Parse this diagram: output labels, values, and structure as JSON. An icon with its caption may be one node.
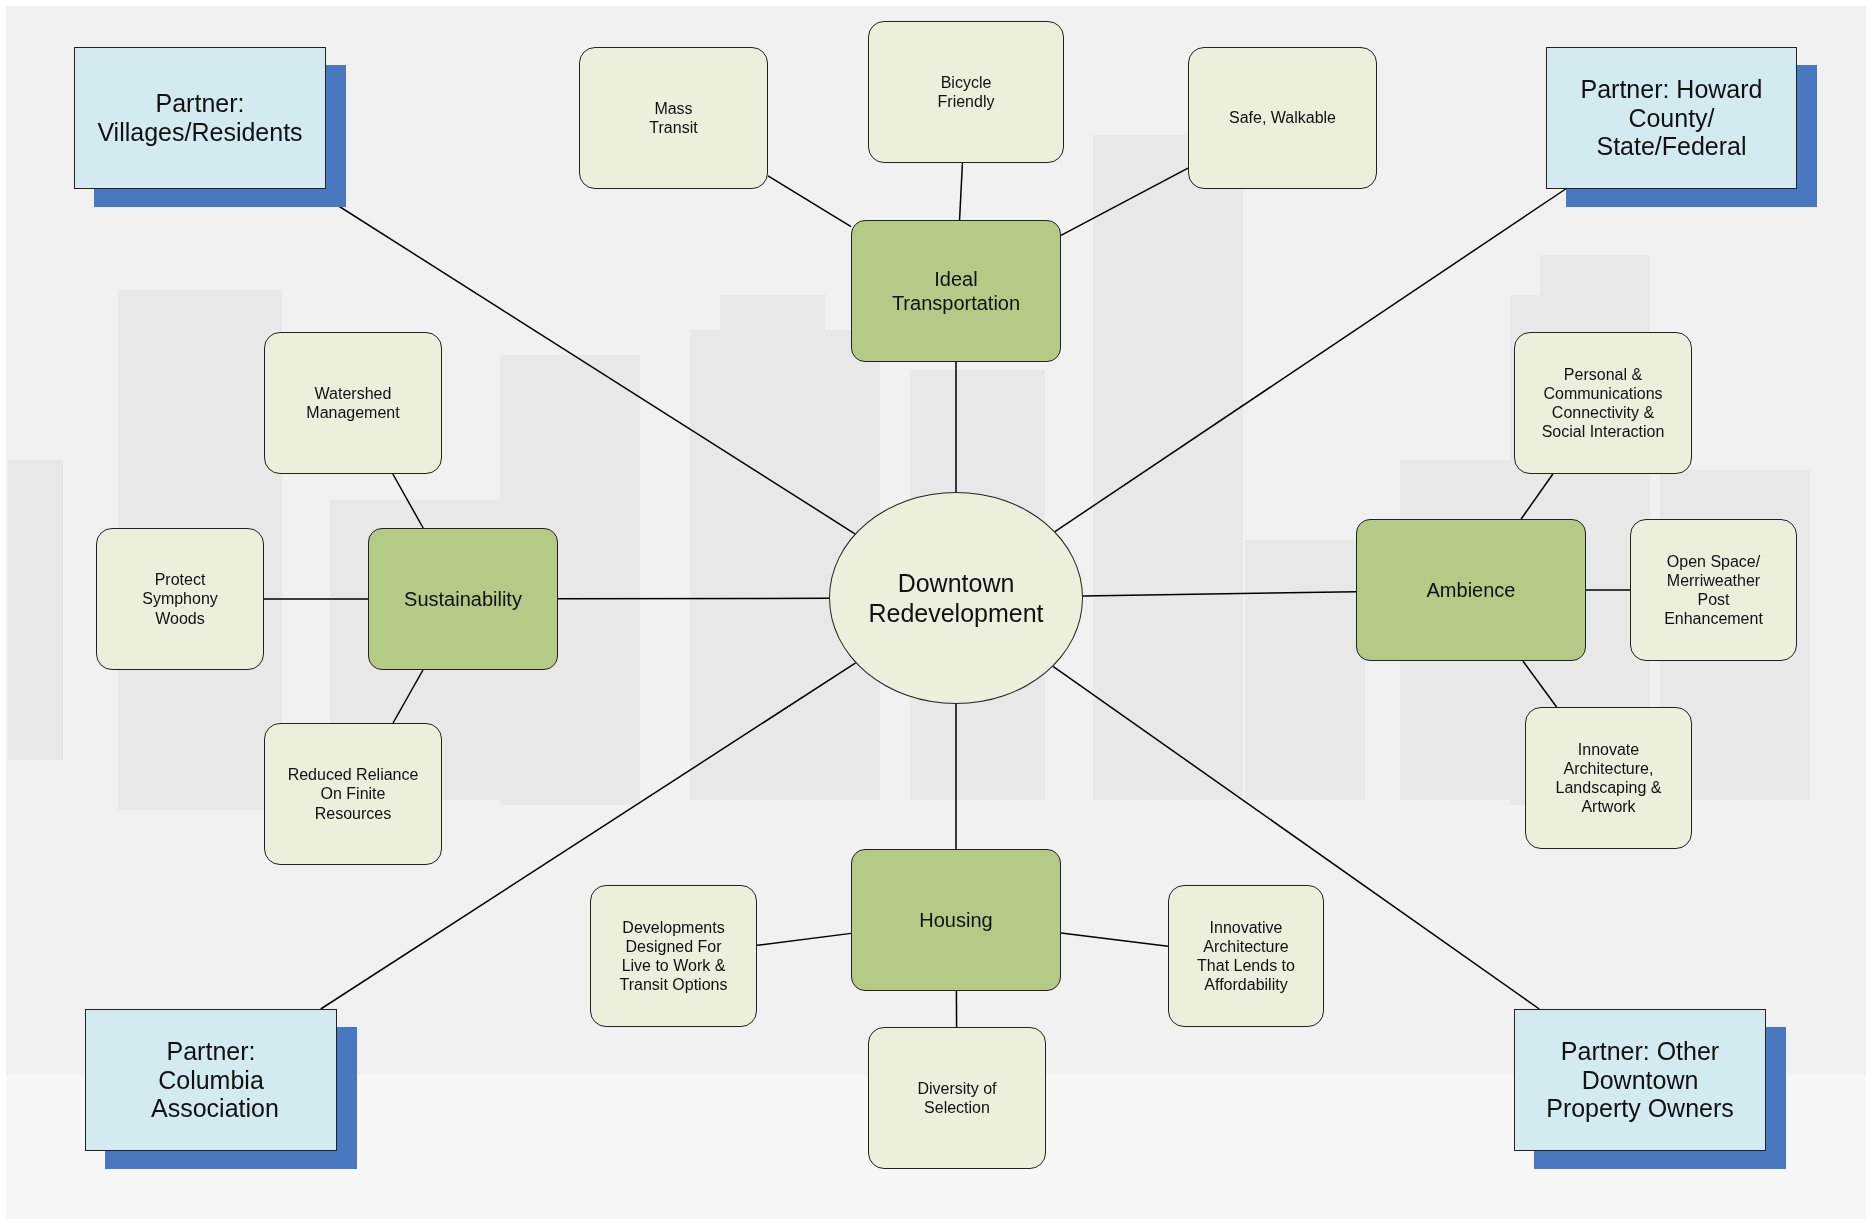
{
  "diagram": {
    "nodes": [
      {
        "text": [
          "Downtown Redevelopment"
        ]
      },
      {
        "text": [
          "Ideal Transportation"
        ]
      },
      {
        "text": [
          "Mass Transit"
        ]
      },
      {
        "text": [
          "Bicycle Friendly"
        ]
      },
      {
        "text": [
          "Safe, Walkable"
        ]
      },
      {
        "text": [
          "Sustainability"
        ]
      },
      {
        "text": [
          "Watershed Management"
        ]
      },
      {
        "text": [
          "Protect Symphony Woods"
        ]
      },
      {
        "text": [
          "Reduced Reliance On Finite Resources"
        ]
      },
      {
        "text": [
          "Ambience"
        ]
      },
      {
        "text": [
          "Personal & Communications Connectivity & Social Interaction"
        ]
      },
      {
        "text": [
          "Open Space/ Merriweather Post Enhancement"
        ]
      },
      {
        "text": [
          "Innovate Architecture, Landscaping & Artwork"
        ]
      },
      {
        "text": [
          "Housing"
        ]
      },
      {
        "text": [
          "Developments Designed For Live to Work & Transit Options"
        ]
      },
      {
        "text": [
          "Innovative Architecture That Lends to Affordability"
        ]
      },
      {
        "text": [
          "Diversity of Selection"
        ]
      },
      {
        "text": [
          "Partner: Villages/Residents"
        ]
      },
      {
        "text": [
          "Partner: Howard County/ State/Federal"
        ]
      },
      {
        "text": [
          "Partner: Columbia Association"
        ]
      },
      {
        "text": [
          "Partner: Other Downtown Property Owners"
        ]
      }
    ],
    "edges": [
      {
        "from": 0,
        "to": 1,
        "arrow": "none"
      },
      {
        "from": 1,
        "to": 2,
        "arrow": "none"
      },
      {
        "from": 1,
        "to": 3,
        "arrow": "none"
      },
      {
        "from": 1,
        "to": 4,
        "arrow": "none"
      },
      {
        "from": 0,
        "to": 5,
        "arrow": "none"
      },
      {
        "from": 5,
        "to": 6,
        "arrow": "none"
      },
      {
        "from": 5,
        "to": 7,
        "arrow": "none"
      },
      {
        "from": 5,
        "to": 8,
        "arrow": "none"
      },
      {
        "from": 0,
        "to": 9,
        "arrow": "none"
      },
      {
        "from": 9,
        "to": 10,
        "arrow": "none"
      },
      {
        "from": 9,
        "to": 11,
        "arrow": "none"
      },
      {
        "from": 9,
        "to": 12,
        "arrow": "none"
      },
      {
        "from": 0,
        "to": 13,
        "arrow": "none"
      },
      {
        "from": 13,
        "to": 14,
        "arrow": "none"
      },
      {
        "from": 13,
        "to": 15,
        "arrow": "none"
      },
      {
        "from": 13,
        "to": 16,
        "arrow": "none"
      },
      {
        "from": 0,
        "to": 17,
        "arrow": "none"
      },
      {
        "from": 0,
        "to": 18,
        "arrow": "none"
      },
      {
        "from": 0,
        "to": 19,
        "arrow": "none"
      },
      {
        "from": 0,
        "to": 20,
        "arrow": "none"
      }
    ]
  }
}
